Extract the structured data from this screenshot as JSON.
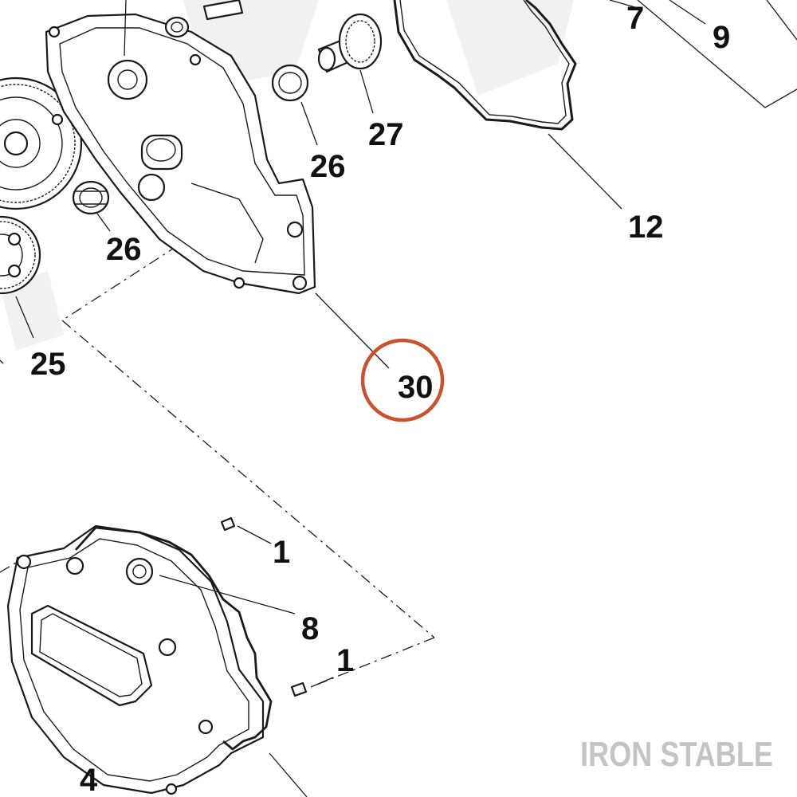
{
  "diagram": {
    "callouts": [
      {
        "id": "c7",
        "text": "7"
      },
      {
        "id": "c9",
        "text": "9"
      },
      {
        "id": "c12",
        "text": "12"
      },
      {
        "id": "c27",
        "text": "27"
      },
      {
        "id": "c26a",
        "text": "26"
      },
      {
        "id": "c26b",
        "text": "26"
      },
      {
        "id": "c25",
        "text": "25"
      },
      {
        "id": "c30",
        "text": "30"
      },
      {
        "id": "c1a",
        "text": "1"
      },
      {
        "id": "c8",
        "text": "8"
      },
      {
        "id": "c1b",
        "text": "1"
      },
      {
        "id": "c4",
        "text": "4"
      }
    ],
    "highlight": {
      "callout": "30",
      "color": "#c8532e"
    }
  },
  "watermark": {
    "text": "IRON STABLE",
    "color": "#c4c4c4"
  }
}
